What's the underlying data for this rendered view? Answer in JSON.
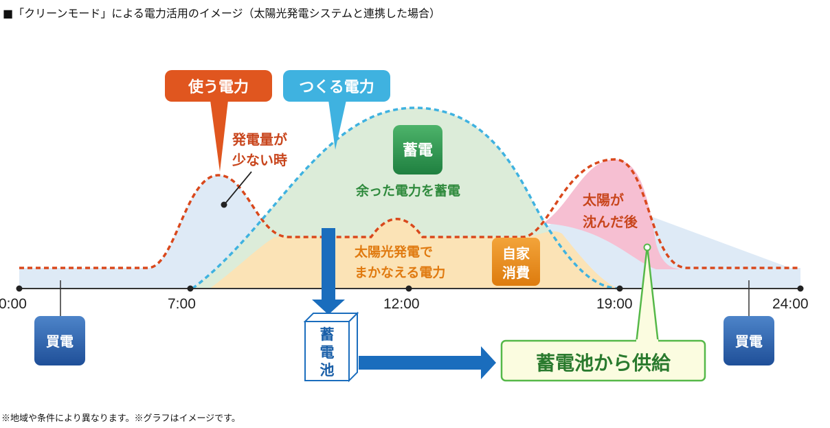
{
  "title": "■「クリーンモード」による電力活用のイメージ（太陽光発電システムと連携した場合）",
  "footnote": "※地域や条件により異なります。※グラフはイメージです。",
  "labels": {
    "use_power": "使う電力",
    "make_power": "つくる電力",
    "low_gen_line1": "発電量が",
    "low_gen_line2": "少ない時",
    "storage_badge": "蓄電",
    "surplus": "余った電力を蓄電",
    "solar_line1": "太陽光発電で",
    "solar_line2": "まかなえる電力",
    "self_line1": "自家",
    "self_line2": "消費",
    "sunset_line1": "太陽が",
    "sunset_line2": "沈んだ後",
    "battery_1": "蓄",
    "battery_2": "電",
    "battery_3": "池",
    "supply": "蓄電池から供給",
    "buy_left": "買電",
    "buy_right": "買電"
  },
  "axis": {
    "ticks": [
      "0:00",
      "7:00",
      "12:00",
      "19:00",
      "24:00"
    ]
  },
  "colors": {
    "use_line": "#d9481c",
    "make_line": "#3fb2e0",
    "buy_fill": "#deeaf6",
    "surplus_fill": "#dcecd9",
    "self_fill": "#fbe3b6",
    "sunset_fill": "#f6bfd2",
    "storage_badge": "#2e9a4f",
    "battery_arrow": "#1a6dbd",
    "buy_badge": "#2d63ae"
  }
}
